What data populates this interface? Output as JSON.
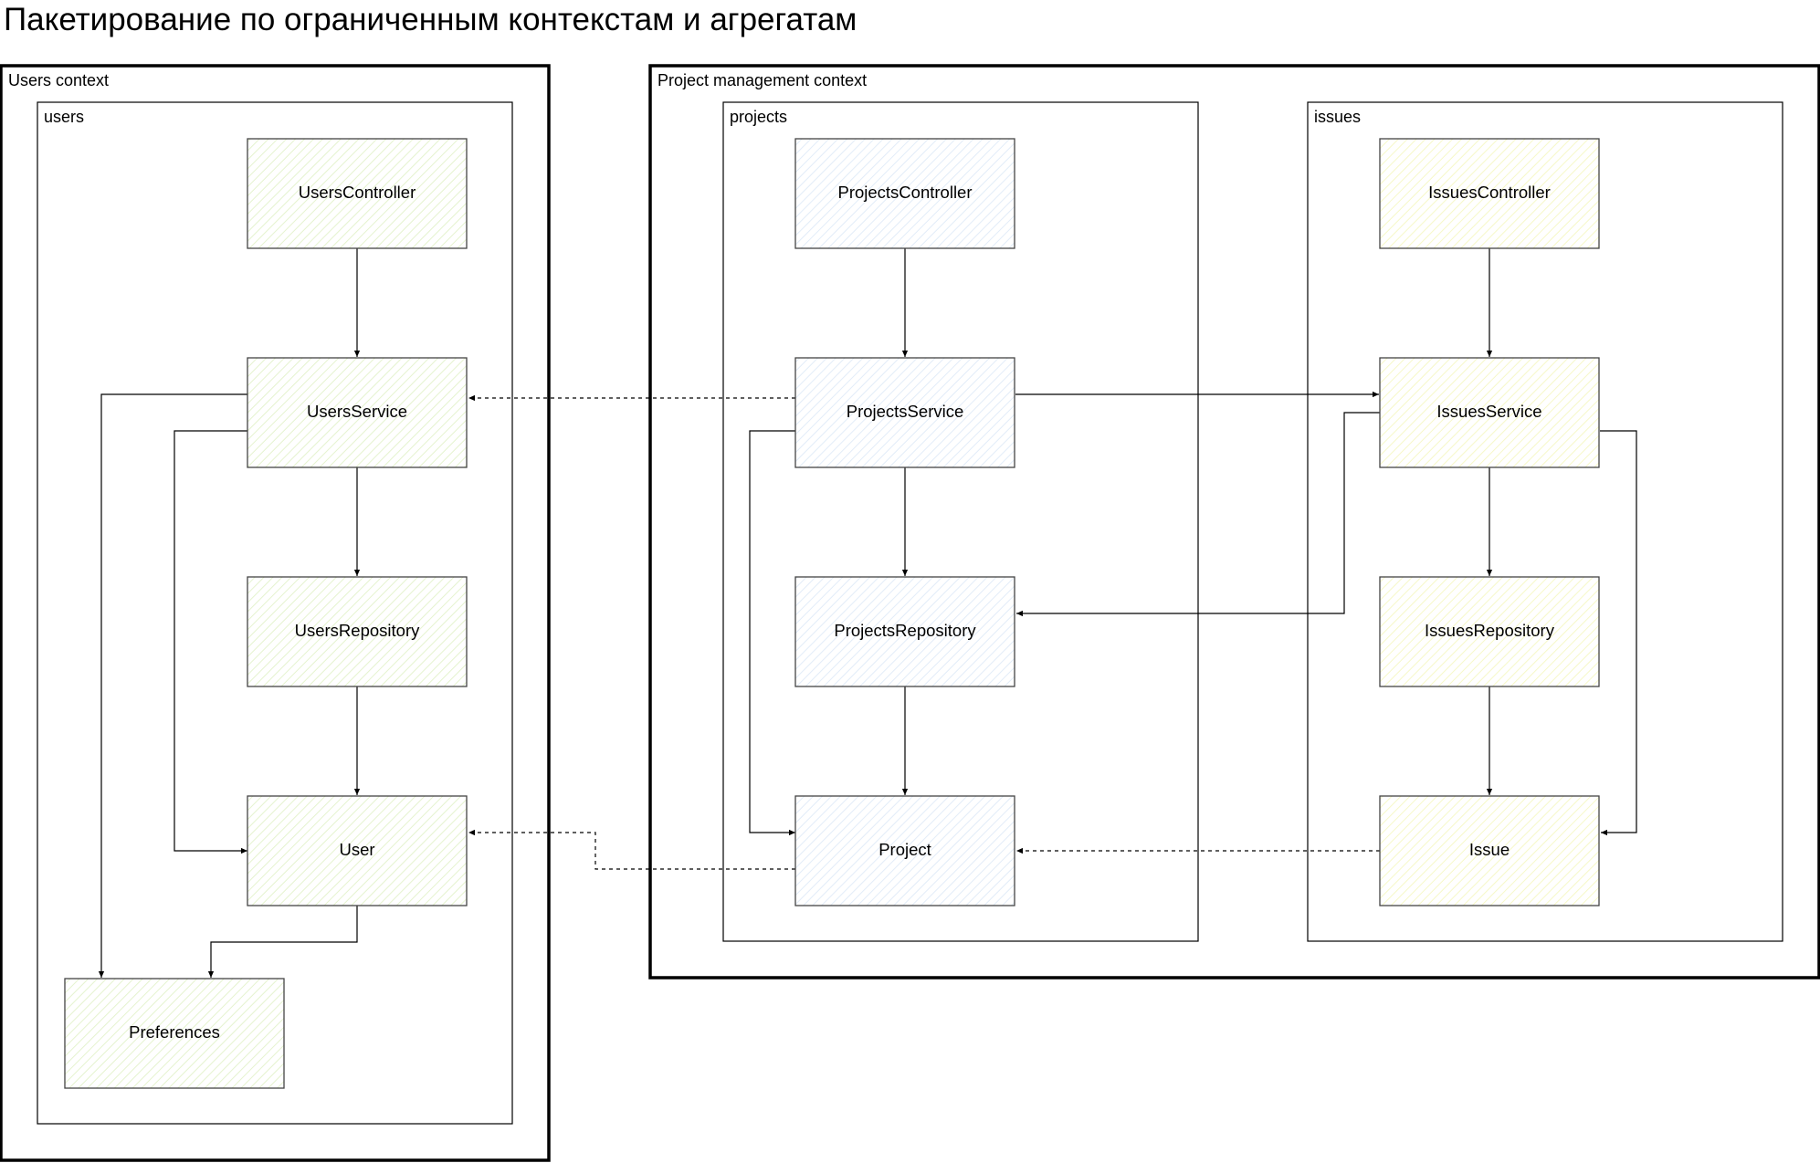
{
  "title": "Пакетирование по ограниченным контекстам и агрегатам",
  "colors": {
    "users": "#e5f3cf",
    "projects": "#e2ecf8",
    "issues": "#f6f8c8",
    "stroke": "#000000"
  },
  "contexts": [
    {
      "id": "users-context",
      "label": "Users context"
    },
    {
      "id": "project-management-context",
      "label": "Project management context"
    }
  ],
  "packages": [
    {
      "id": "users",
      "label": "users"
    },
    {
      "id": "projects",
      "label": "projects"
    },
    {
      "id": "issues",
      "label": "issues"
    }
  ],
  "nodes": [
    {
      "id": "UsersController",
      "label": "UsersController",
      "package": "users"
    },
    {
      "id": "UsersService",
      "label": "UsersService",
      "package": "users"
    },
    {
      "id": "UsersRepository",
      "label": "UsersRepository",
      "package": "users"
    },
    {
      "id": "User",
      "label": "User",
      "package": "users"
    },
    {
      "id": "Preferences",
      "label": "Preferences",
      "package": "users"
    },
    {
      "id": "ProjectsController",
      "label": "ProjectsController",
      "package": "projects"
    },
    {
      "id": "ProjectsService",
      "label": "ProjectsService",
      "package": "projects"
    },
    {
      "id": "ProjectsRepository",
      "label": "ProjectsRepository",
      "package": "projects"
    },
    {
      "id": "Project",
      "label": "Project",
      "package": "projects"
    },
    {
      "id": "IssuesController",
      "label": "IssuesController",
      "package": "issues"
    },
    {
      "id": "IssuesService",
      "label": "IssuesService",
      "package": "issues"
    },
    {
      "id": "IssuesRepository",
      "label": "IssuesRepository",
      "package": "issues"
    },
    {
      "id": "Issue",
      "label": "Issue",
      "package": "issues"
    }
  ],
  "edges": [
    {
      "from": "UsersController",
      "to": "UsersService",
      "style": "solid"
    },
    {
      "from": "UsersService",
      "to": "UsersRepository",
      "style": "solid"
    },
    {
      "from": "UsersRepository",
      "to": "User",
      "style": "solid"
    },
    {
      "from": "UsersService",
      "to": "User",
      "style": "solid"
    },
    {
      "from": "UsersService",
      "to": "Preferences",
      "style": "solid"
    },
    {
      "from": "User",
      "to": "Preferences",
      "style": "solid"
    },
    {
      "from": "ProjectsController",
      "to": "ProjectsService",
      "style": "solid"
    },
    {
      "from": "ProjectsService",
      "to": "ProjectsRepository",
      "style": "solid"
    },
    {
      "from": "ProjectsRepository",
      "to": "Project",
      "style": "solid"
    },
    {
      "from": "ProjectsService",
      "to": "Project",
      "style": "solid"
    },
    {
      "from": "ProjectsService",
      "to": "UsersService",
      "style": "dashed"
    },
    {
      "from": "Project",
      "to": "User",
      "style": "dashed"
    },
    {
      "from": "ProjectsService",
      "to": "IssuesService",
      "style": "solid"
    },
    {
      "from": "IssuesController",
      "to": "IssuesService",
      "style": "solid"
    },
    {
      "from": "IssuesService",
      "to": "IssuesRepository",
      "style": "solid"
    },
    {
      "from": "IssuesRepository",
      "to": "Issue",
      "style": "solid"
    },
    {
      "from": "IssuesService",
      "to": "Issue",
      "style": "solid"
    },
    {
      "from": "IssuesService",
      "to": "ProjectsRepository",
      "style": "solid"
    },
    {
      "from": "Issue",
      "to": "Project",
      "style": "dashed"
    }
  ]
}
